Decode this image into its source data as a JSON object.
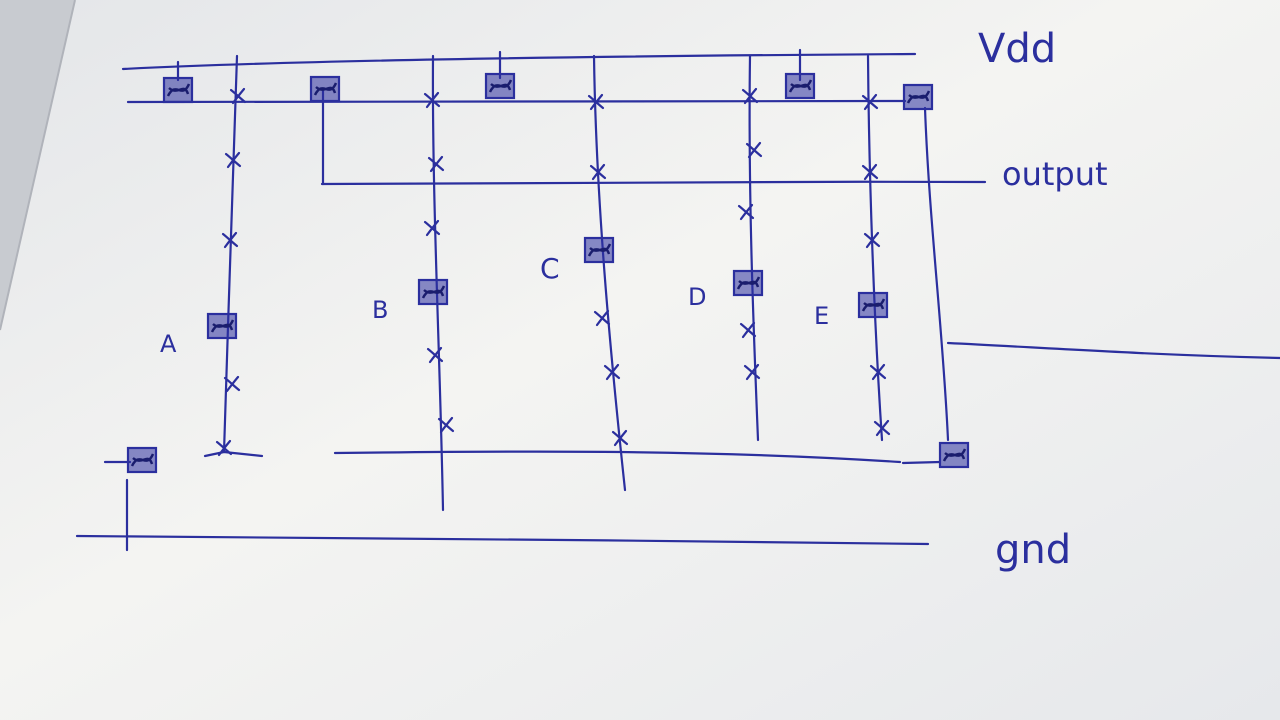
{
  "colors": {
    "ink": "#2b2f9e",
    "paper_light": "#f3f3f1",
    "paper_shadow": "#d9dbdf",
    "margin": "#b9bcc3"
  },
  "rails": {
    "top_label": "Vdd",
    "middle_label": "output",
    "bottom_label": "gnd"
  },
  "columns": [
    {
      "label": "A"
    },
    {
      "label": "B"
    },
    {
      "label": "C"
    },
    {
      "label": "D"
    },
    {
      "label": "E"
    }
  ],
  "icons": {
    "via": "filled-square-contact-icon",
    "fuse": "x-mark-fuse-icon"
  }
}
